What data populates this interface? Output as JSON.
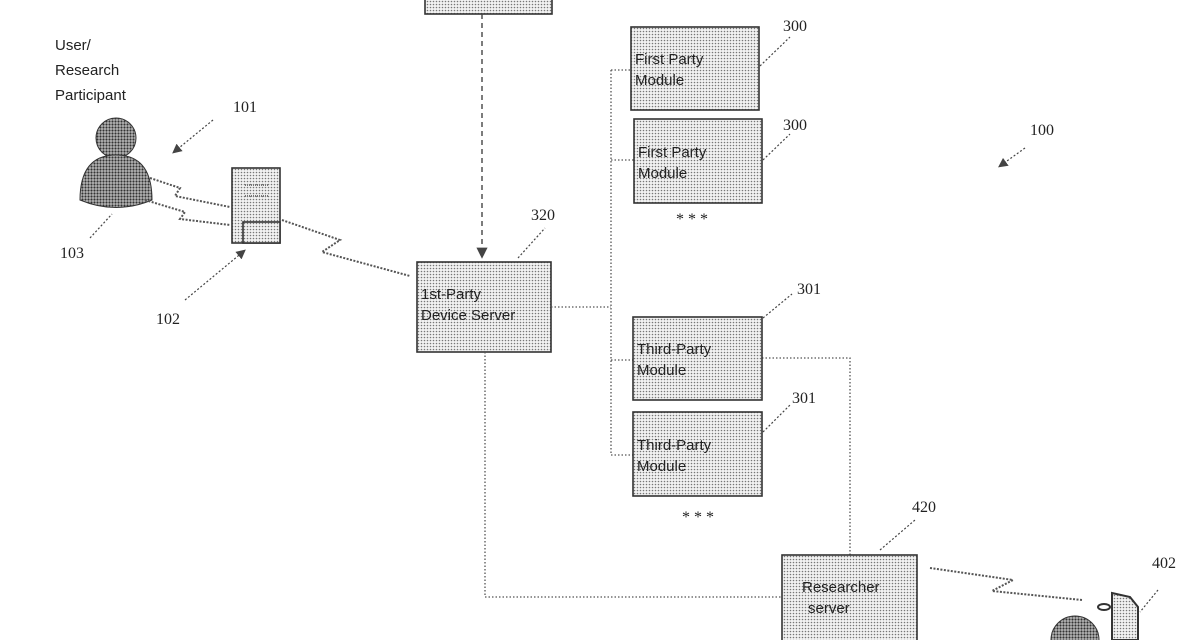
{
  "user_label": [
    "User/",
    "Research",
    "Participant"
  ],
  "refs": {
    "system": "100",
    "link": "101",
    "device": "102",
    "user": "103",
    "first_party_module": "300",
    "third_party_module": "301",
    "device_server": "320",
    "researcher_server": "420",
    "researcher_device": "402"
  },
  "boxes": {
    "device_server": [
      "1st-Party",
      "Device Server"
    ],
    "first_party_module": [
      "First Party",
      "Module"
    ],
    "third_party_module": [
      "Third-Party",
      "Module"
    ],
    "researcher_server": [
      "Researcher",
      "server"
    ]
  },
  "ellipsis": "* * *"
}
